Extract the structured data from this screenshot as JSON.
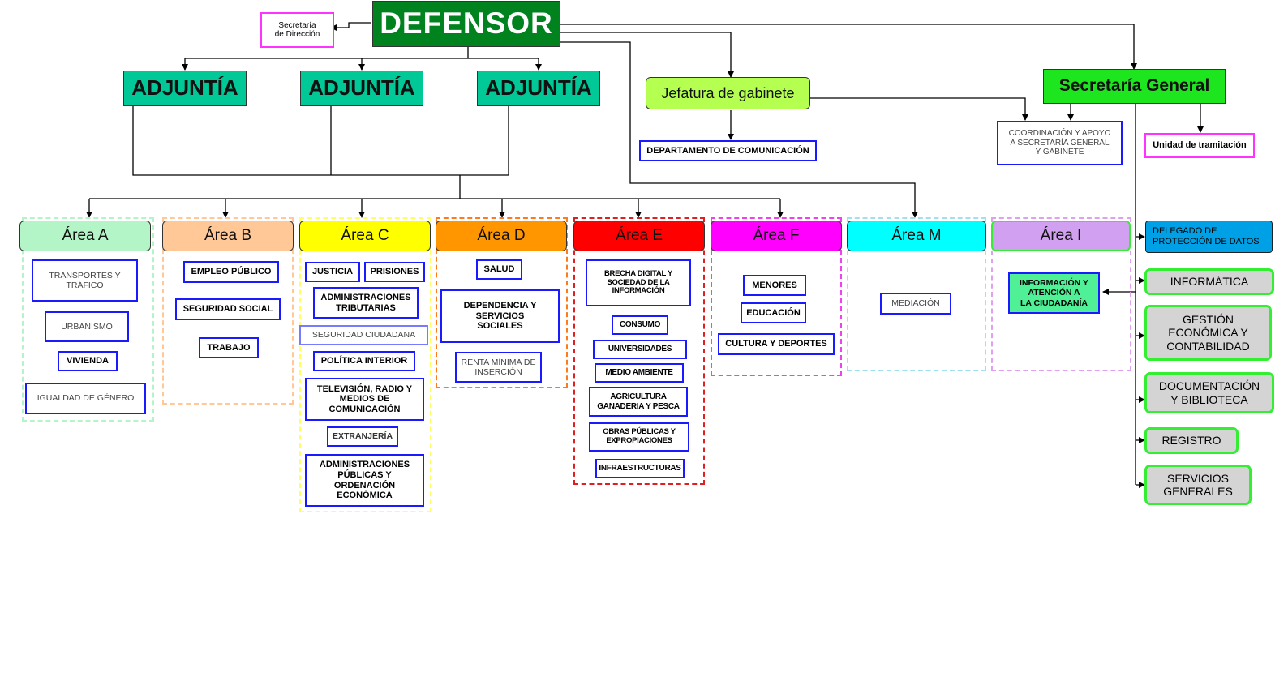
{
  "top": {
    "defensor": "DEFENSOR",
    "secretaria_direccion": "Secretaría\nde Dirección",
    "adjuntia": [
      "ADJUNTÍA",
      "ADJUNTÍA",
      "ADJUNTÍA"
    ],
    "jefatura": "Jefatura de gabinete",
    "departamento_comunicacion": "DEPARTAMENTO DE COMUNICACIÓN",
    "secretaria_general": "Secretaría General",
    "coordinacion": "COORDINACIÓN Y APOYO\nA SECRETARÍA GENERAL\nY GABINETE",
    "unidad_tramitacion": "Unidad de tramitación"
  },
  "areas": {
    "a": {
      "title": "Área A",
      "items": [
        "TRANSPORTES Y\nTRÁFICO",
        "URBANISMO",
        "VIVIENDA",
        "IGUALDAD DE GÉNERO"
      ]
    },
    "b": {
      "title": "Área B",
      "items": [
        "EMPLEO PÚBLICO",
        "SEGURIDAD SOCIAL",
        "TRABAJO"
      ]
    },
    "c": {
      "title": "Área C",
      "items": [
        "JUSTICIA",
        "PRISIONES",
        "ADMINISTRACIONES\nTRIBUTARIAS",
        "SEGURIDAD CIUDADANA",
        "POLÍTICA INTERIOR",
        "TELEVISIÓN, RADIO Y\nMEDIOS DE\nCOMUNICACIÓN",
        "EXTRANJERÍA",
        "ADMINISTRACIONES\nPÚBLICAS  Y\nORDENACIÓN\nECONÓMICA"
      ]
    },
    "d": {
      "title": "Área D",
      "items": [
        "SALUD",
        "DEPENDENCIA Y\nSERVICIOS\nSOCIALES",
        "RENTA MÍNIMA DE\nINSERCIÓN"
      ]
    },
    "e": {
      "title": "Área E",
      "items": [
        "BRECHA DIGITAL Y\nSOCIEDAD DE LA\nINFORMACIÓN",
        "CONSUMO",
        "UNIVERSIDADES",
        "MEDIO AMBIENTE",
        "AGRICULTURA\nGANADERIA Y PESCA",
        "OBRAS PÚBLICAS Y\nEXPROPIACIONES",
        "INFRAESTRUCTURAS"
      ]
    },
    "f": {
      "title": "Área F",
      "items": [
        "MENORES",
        "EDUCACIÓN",
        "CULTURA Y DEPORTES"
      ]
    },
    "m": {
      "title": "Área M",
      "items": [
        "MEDIACIÓN"
      ]
    },
    "i": {
      "title": "Área I",
      "items": [
        "INFORMACIÓN Y\nATENCIÓN A\nLA CIUDADANÍA"
      ]
    }
  },
  "secretaria_units": {
    "delegado": "DELEGADO DE\nPROTECCIÓN DE DATOS",
    "informatica": "INFORMÁTICA",
    "gestion": "GESTIÓN\nECONÓMICA Y\nCONTABILIDAD",
    "documentacion": "DOCUMENTACIÓN\nY BIBLIOTECA",
    "registro": "REGISTRO",
    "servicios": "SERVICIOS\nGENERALES"
  },
  "colors": {
    "defensor": "#00821e",
    "adjuntia": "#00c896",
    "jefatura": "#b4ff50",
    "secretaria_general": "#1ee61e",
    "area_a": "#b4f5c8",
    "area_b": "#ffc896",
    "area_c": "#ffff00",
    "area_d": "#ff9600",
    "area_e": "#ff0000",
    "area_f": "#ff00ff",
    "area_m": "#00ffff",
    "area_i": "#d2a0f0",
    "delegado": "#00a0e6",
    "unit_border": "#1a1aff"
  }
}
